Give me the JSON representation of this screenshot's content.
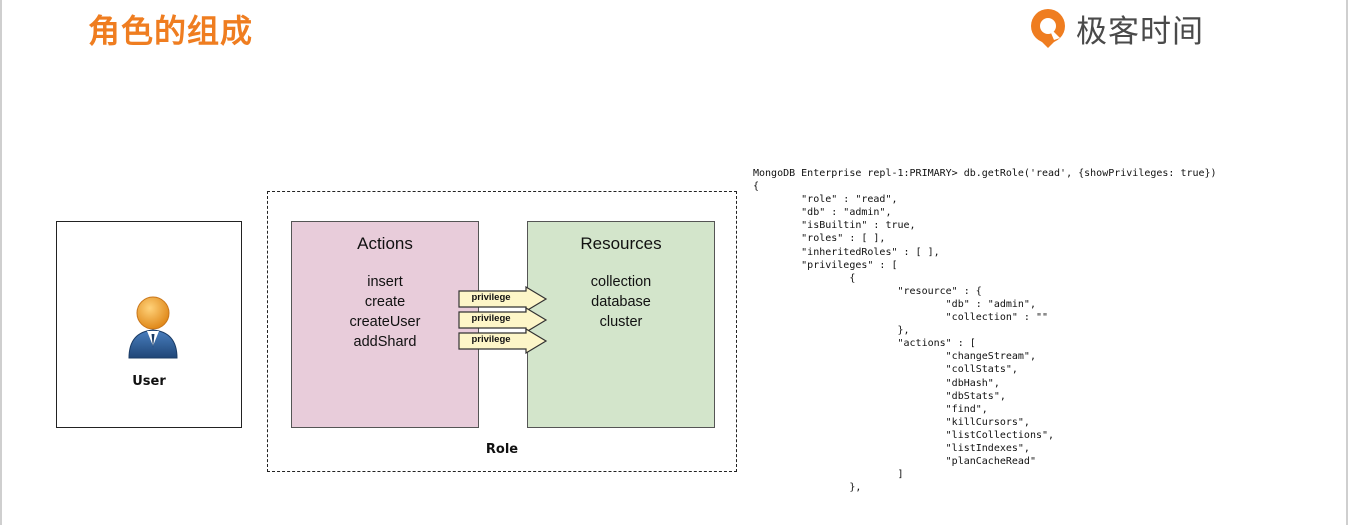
{
  "header": {
    "title": "角色的组成",
    "logo_text": "极客时间"
  },
  "diagram": {
    "user_label": "User",
    "role_label": "Role",
    "actions": {
      "title": "Actions",
      "items": [
        "insert",
        "create",
        "createUser",
        "addShard"
      ]
    },
    "resources": {
      "title": "Resources",
      "items": [
        "collection",
        "database",
        "cluster"
      ]
    },
    "privilege_labels": [
      "privilege",
      "privilege",
      "privilege"
    ]
  },
  "console": {
    "lines": [
      "MongoDB Enterprise repl-1:PRIMARY> db.getRole('read', {showPrivileges: true})",
      "{",
      "        \"role\" : \"read\",",
      "        \"db\" : \"admin\",",
      "        \"isBuiltin\" : true,",
      "        \"roles\" : [ ],",
      "        \"inheritedRoles\" : [ ],",
      "        \"privileges\" : [",
      "                {",
      "                        \"resource\" : {",
      "                                \"db\" : \"admin\",",
      "                                \"collection\" : \"\"",
      "                        },",
      "                        \"actions\" : [",
      "                                \"changeStream\",",
      "                                \"collStats\",",
      "                                \"dbHash\",",
      "                                \"dbStats\",",
      "                                \"find\",",
      "                                \"killCursors\",",
      "                                \"listCollections\",",
      "                                \"listIndexes\",",
      "                                \"planCacheRead\"",
      "                        ]",
      "                },"
    ]
  },
  "colors": {
    "title": "#ef7d20",
    "actions_fill": "#e8ccda",
    "resources_fill": "#d3e5cb",
    "privilege_fill": "#fdf6c8",
    "user_head": "#f0a030",
    "user_body": "#2f5f9a"
  }
}
